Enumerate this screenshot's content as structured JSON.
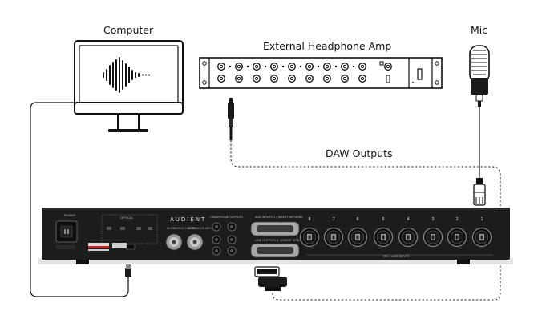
{
  "labels": {
    "computer": "Computer",
    "headphone_amp": "External Headphone Amp",
    "mic": "Mic",
    "daw_outputs": "DAW Outputs"
  },
  "interface": {
    "brand": "AUDIENT",
    "power": "POWER",
    "optical": "OPTICAL",
    "headphone_outputs": "HEADPHONE OUTPUTS",
    "aux_inputs": "AUX INPUTS 1 / INSERT RETURNS",
    "line_outputs": "LINE OUTPUTS 1 / INSERT SENDS",
    "mic_line_inputs": "MIC / LINE INPUTS",
    "wordclock_out": "WORDCLOCK OUTPUT",
    "wordclock_in": "WORDCLOCK INPUT",
    "input_numbers": [
      "8",
      "7",
      "6",
      "5",
      "4",
      "3",
      "2",
      "1"
    ]
  },
  "colors": {
    "device_body": "#1c1c1c",
    "cable": "#111111"
  }
}
